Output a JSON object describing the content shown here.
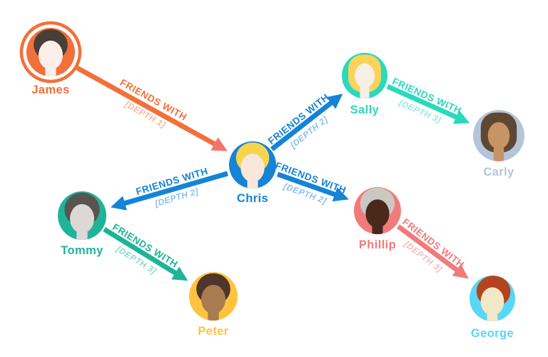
{
  "diagram": {
    "background": "#FFFFFF",
    "relationship_type": "FRIENDS WITH",
    "nodes": [
      {
        "name": "James",
        "color": "#F2703A",
        "highlight_ring": true,
        "avatar": {
          "style": "short-hair",
          "hair": "#4A3F38",
          "skin": "#FCEFE9"
        }
      },
      {
        "name": "Chris",
        "color": "#1583D6",
        "highlight_ring": false,
        "avatar": {
          "style": "short-hair",
          "hair": "#F8D44C",
          "skin": "#FAE7DC"
        }
      },
      {
        "name": "Sally",
        "color": "#2BD9BE",
        "highlight_ring": false,
        "avatar": {
          "style": "bob",
          "hair": "#FAD35A",
          "skin": "#F4F0E6"
        }
      },
      {
        "name": "Carly",
        "color": "#B5C5D9",
        "highlight_ring": false,
        "avatar": {
          "style": "bob",
          "hair": "#5E4733",
          "skin": "#C79565"
        }
      },
      {
        "name": "Tommy",
        "color": "#1FB49A",
        "highlight_ring": false,
        "avatar": {
          "style": "short-hair",
          "hair": "#59544F",
          "skin": "#DCD8D6"
        }
      },
      {
        "name": "Peter",
        "color": "#FFC340",
        "highlight_ring": false,
        "avatar": {
          "style": "short-hair",
          "hair": "#503629",
          "skin": "#A87C50"
        }
      },
      {
        "name": "Phillip",
        "color": "#F17B7B",
        "highlight_ring": false,
        "avatar": {
          "style": "short-hair",
          "hair": "#CBC7C3",
          "skin": "#48291A"
        }
      },
      {
        "name": "George",
        "color": "#59D7F6",
        "highlight_ring": false,
        "avatar": {
          "style": "short-hair",
          "hair": "#B5431D",
          "skin": "#F2E7C6"
        }
      }
    ],
    "edges": [
      {
        "from": "James",
        "to": "Chris",
        "label": "FRIENDS WITH",
        "depth": "[DEPTH 1]",
        "color": "#F2703A",
        "arrow_color": "#F2756B"
      },
      {
        "from": "Chris",
        "to": "Sally",
        "label": "FRIENDS WITH",
        "depth": "[DEPTH 2]",
        "color": "#1583D6",
        "arrow_color": "#1583D6"
      },
      {
        "from": "Chris",
        "to": "Tommy",
        "label": "FRIENDS WITH",
        "depth": "[DEPTH 2]",
        "color": "#1583D6",
        "arrow_color": "#1583D6"
      },
      {
        "from": "Chris",
        "to": "Phillip",
        "label": "FRIENDS WITH",
        "depth": "[DEPTH 2]",
        "color": "#1583D6",
        "arrow_color": "#1583D6"
      },
      {
        "from": "Sally",
        "to": "Carly",
        "label": "FRIENDS WITH",
        "depth": "[DEPTH 3]",
        "color": "#2BD9BE",
        "arrow_color": "#2BD9BE"
      },
      {
        "from": "Tommy",
        "to": "Peter",
        "label": "FRIENDS WITH",
        "depth": "[DEPTH 3]",
        "color": "#1FB49A",
        "arrow_color": "#1FB49A"
      },
      {
        "from": "Phillip",
        "to": "George",
        "label": "FRIENDS WITH",
        "depth": "[DEPTH 3]",
        "color": "#F17B7B",
        "arrow_color": "#F17B7B"
      }
    ]
  }
}
